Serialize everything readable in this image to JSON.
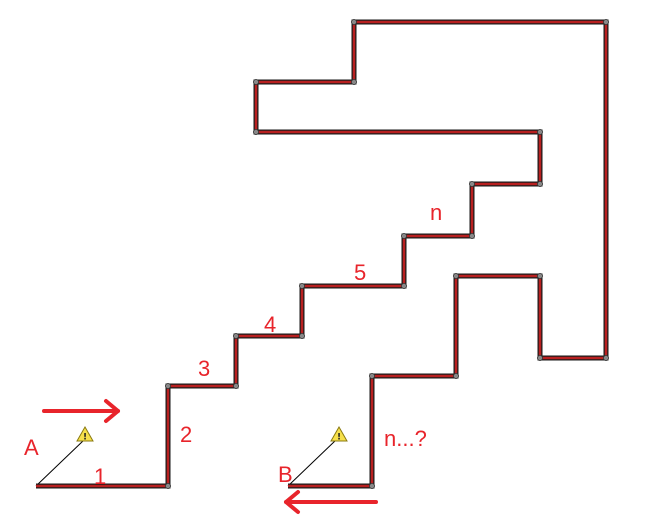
{
  "diagram": {
    "labels": {
      "A": "A",
      "B": "B",
      "step1": "1",
      "step2": "2",
      "step3": "3",
      "step4": "4",
      "step5": "5",
      "stepN": "n",
      "stepUnknown": "n...?"
    },
    "icons": {
      "warning_a": "warning-icon",
      "warning_b": "warning-icon",
      "arrow_in": "arrow-right-icon",
      "arrow_out": "arrow-left-icon"
    },
    "colors": {
      "pipe_fill": "#b82020",
      "pipe_edge": "#1a1a1a",
      "label": "#e8242b",
      "arrow": "#e8242b",
      "warning_fill": "#f6e04b"
    }
  }
}
